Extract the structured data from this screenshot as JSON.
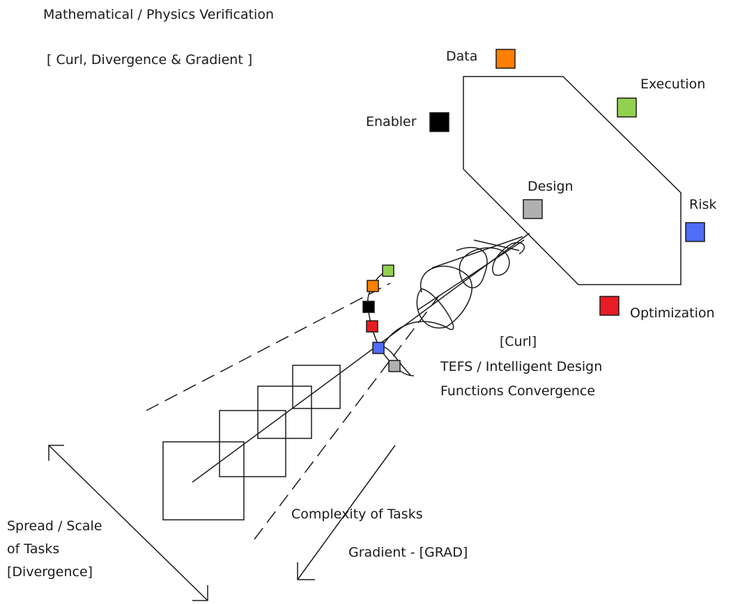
{
  "header": {
    "title": "Mathematical / Physics Verification",
    "subtitle": "[ Curl, Divergence & Gradient ]"
  },
  "nodes": {
    "data": {
      "label": "Data",
      "color": "#ff7f00"
    },
    "execution": {
      "label": "Execution",
      "color": "#92d050"
    },
    "enabler": {
      "label": "Enabler",
      "color": "#000000"
    },
    "design": {
      "label": "Design",
      "color": "#b0b0b0"
    },
    "risk": {
      "label": "Risk",
      "color": "#4f6df5"
    },
    "optimization": {
      "label": "Optimization",
      "color": "#e81c24"
    }
  },
  "annotations": {
    "curl": "[Curl]",
    "tefs_line1": "TEFS / Intelligent Design",
    "tefs_line2": "Functions Convergence",
    "complexity": "Complexity of Tasks",
    "gradient": "Gradient - [GRAD]",
    "spread_line1": "Spread / Scale",
    "spread_line2": "of Tasks",
    "spread_line3": "[Divergence]"
  }
}
